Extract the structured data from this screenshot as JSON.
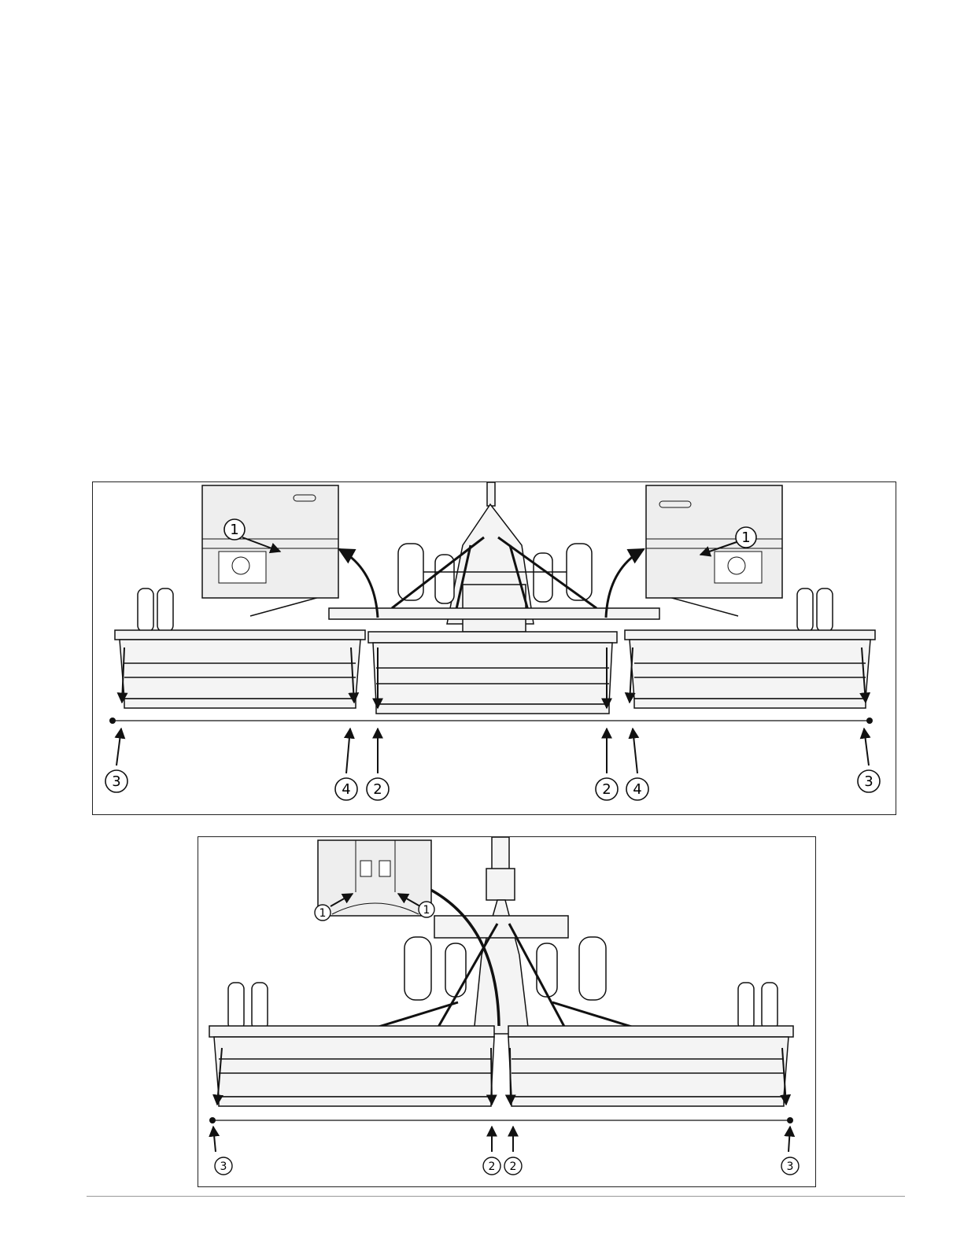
{
  "callouts": {
    "one": "1",
    "two": "2",
    "three": "3",
    "four": "4"
  },
  "colors": {
    "line": "#111111",
    "panel_fill": "#f4f4f4",
    "inset_fill": "#eeeeee"
  }
}
